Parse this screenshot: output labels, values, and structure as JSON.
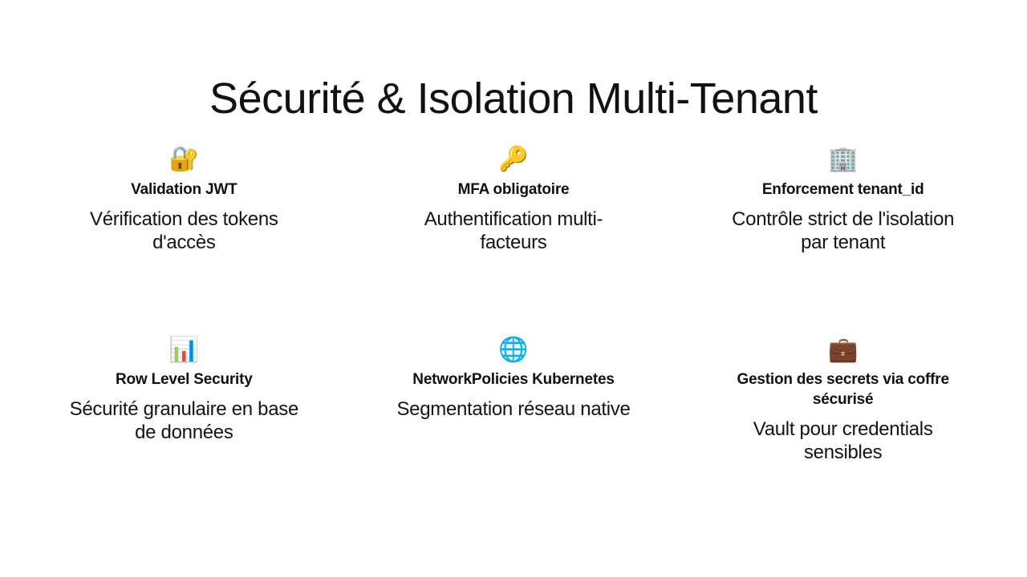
{
  "slide": {
    "title": "Sécurité & Isolation Multi-Tenant",
    "background_color": "#ffffff",
    "title_color": "#111111",
    "heading_color": "#101010",
    "description_color": "#141414"
  },
  "cards": [
    {
      "icon": "🔐",
      "icon_name": "locked-with-key-icon",
      "heading": "Validation JWT",
      "description": "Vérification des tokens d'accès"
    },
    {
      "icon": "🔑",
      "icon_name": "key-icon",
      "heading": "MFA obligatoire",
      "description": "Authentification multi-facteurs"
    },
    {
      "icon": "🏢",
      "icon_name": "office-building-icon",
      "heading": "Enforcement tenant_id",
      "description": "Contrôle strict de l'isolation par tenant"
    },
    {
      "icon": "📊",
      "icon_name": "bar-chart-icon",
      "heading": "Row Level Security",
      "description": "Sécurité granulaire en base de données"
    },
    {
      "icon": "🌐",
      "icon_name": "globe-with-meridians-icon",
      "heading": "NetworkPolicies Kubernetes",
      "description": "Segmentation réseau native"
    },
    {
      "icon": "💼",
      "icon_name": "briefcase-icon",
      "heading": "Gestion des secrets via coffre sécurisé",
      "description": "Vault pour credentials sensibles"
    }
  ]
}
